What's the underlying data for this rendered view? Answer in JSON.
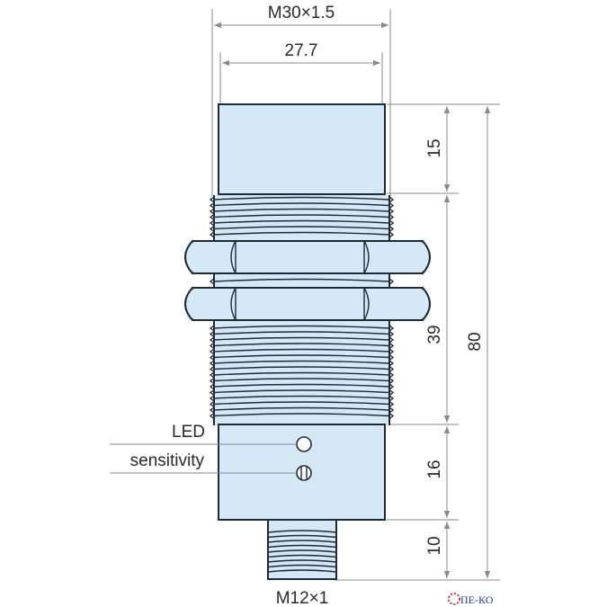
{
  "dimensions": {
    "thread_major": "M30×1.5",
    "body_width": "27.7",
    "head_length": "15",
    "thread_length": "39",
    "rear_length": "16",
    "connector_length": "10",
    "total_length": "80",
    "connector_thread": "M12×1"
  },
  "callouts": {
    "led": "LED",
    "sensitivity": "sensitivity"
  },
  "logo": {
    "text": "ПЕ-КО",
    "color": "#1a3fa0"
  },
  "colors": {
    "body_fill": "#d4e8f6",
    "outline": "#1e2b36",
    "dimension_line": "#8a8a8a"
  }
}
